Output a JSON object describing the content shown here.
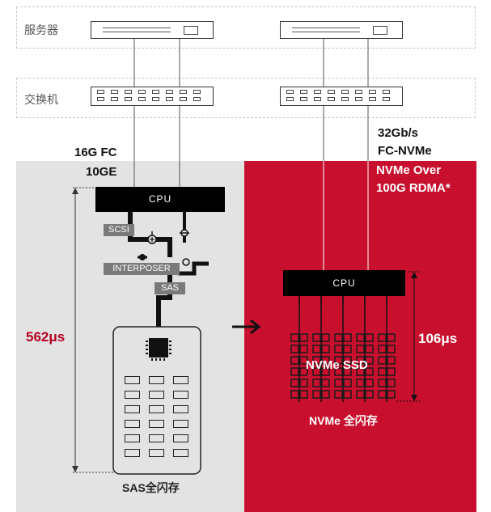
{
  "tiers": {
    "server_label": "服务器",
    "switch_label": "交换机"
  },
  "left": {
    "link_line1": "16G FC",
    "link_line2": "10GE",
    "cpu": "CPU",
    "scsi": "SCSI",
    "interposer": "INTERPOSER",
    "sas": "SAS",
    "latency": "562μs",
    "caption": "SAS全闪存"
  },
  "right": {
    "link_line1": "32Gb/s",
    "link_line2": "FC-NVMe",
    "link_line3": "NVMe Over",
    "link_line4": "100G RDMA*",
    "cpu": "CPU",
    "ssd_label": "NVMe SSD",
    "latency": "106μs",
    "caption": "NVMe 全闪存"
  },
  "colors": {
    "accent_red": "#c8102e",
    "latency_red": "#b5001f",
    "left_bg": "#e3e3e3"
  },
  "icons": [
    "arrow-right-icon",
    "chip-icon",
    "valve-icon"
  ]
}
